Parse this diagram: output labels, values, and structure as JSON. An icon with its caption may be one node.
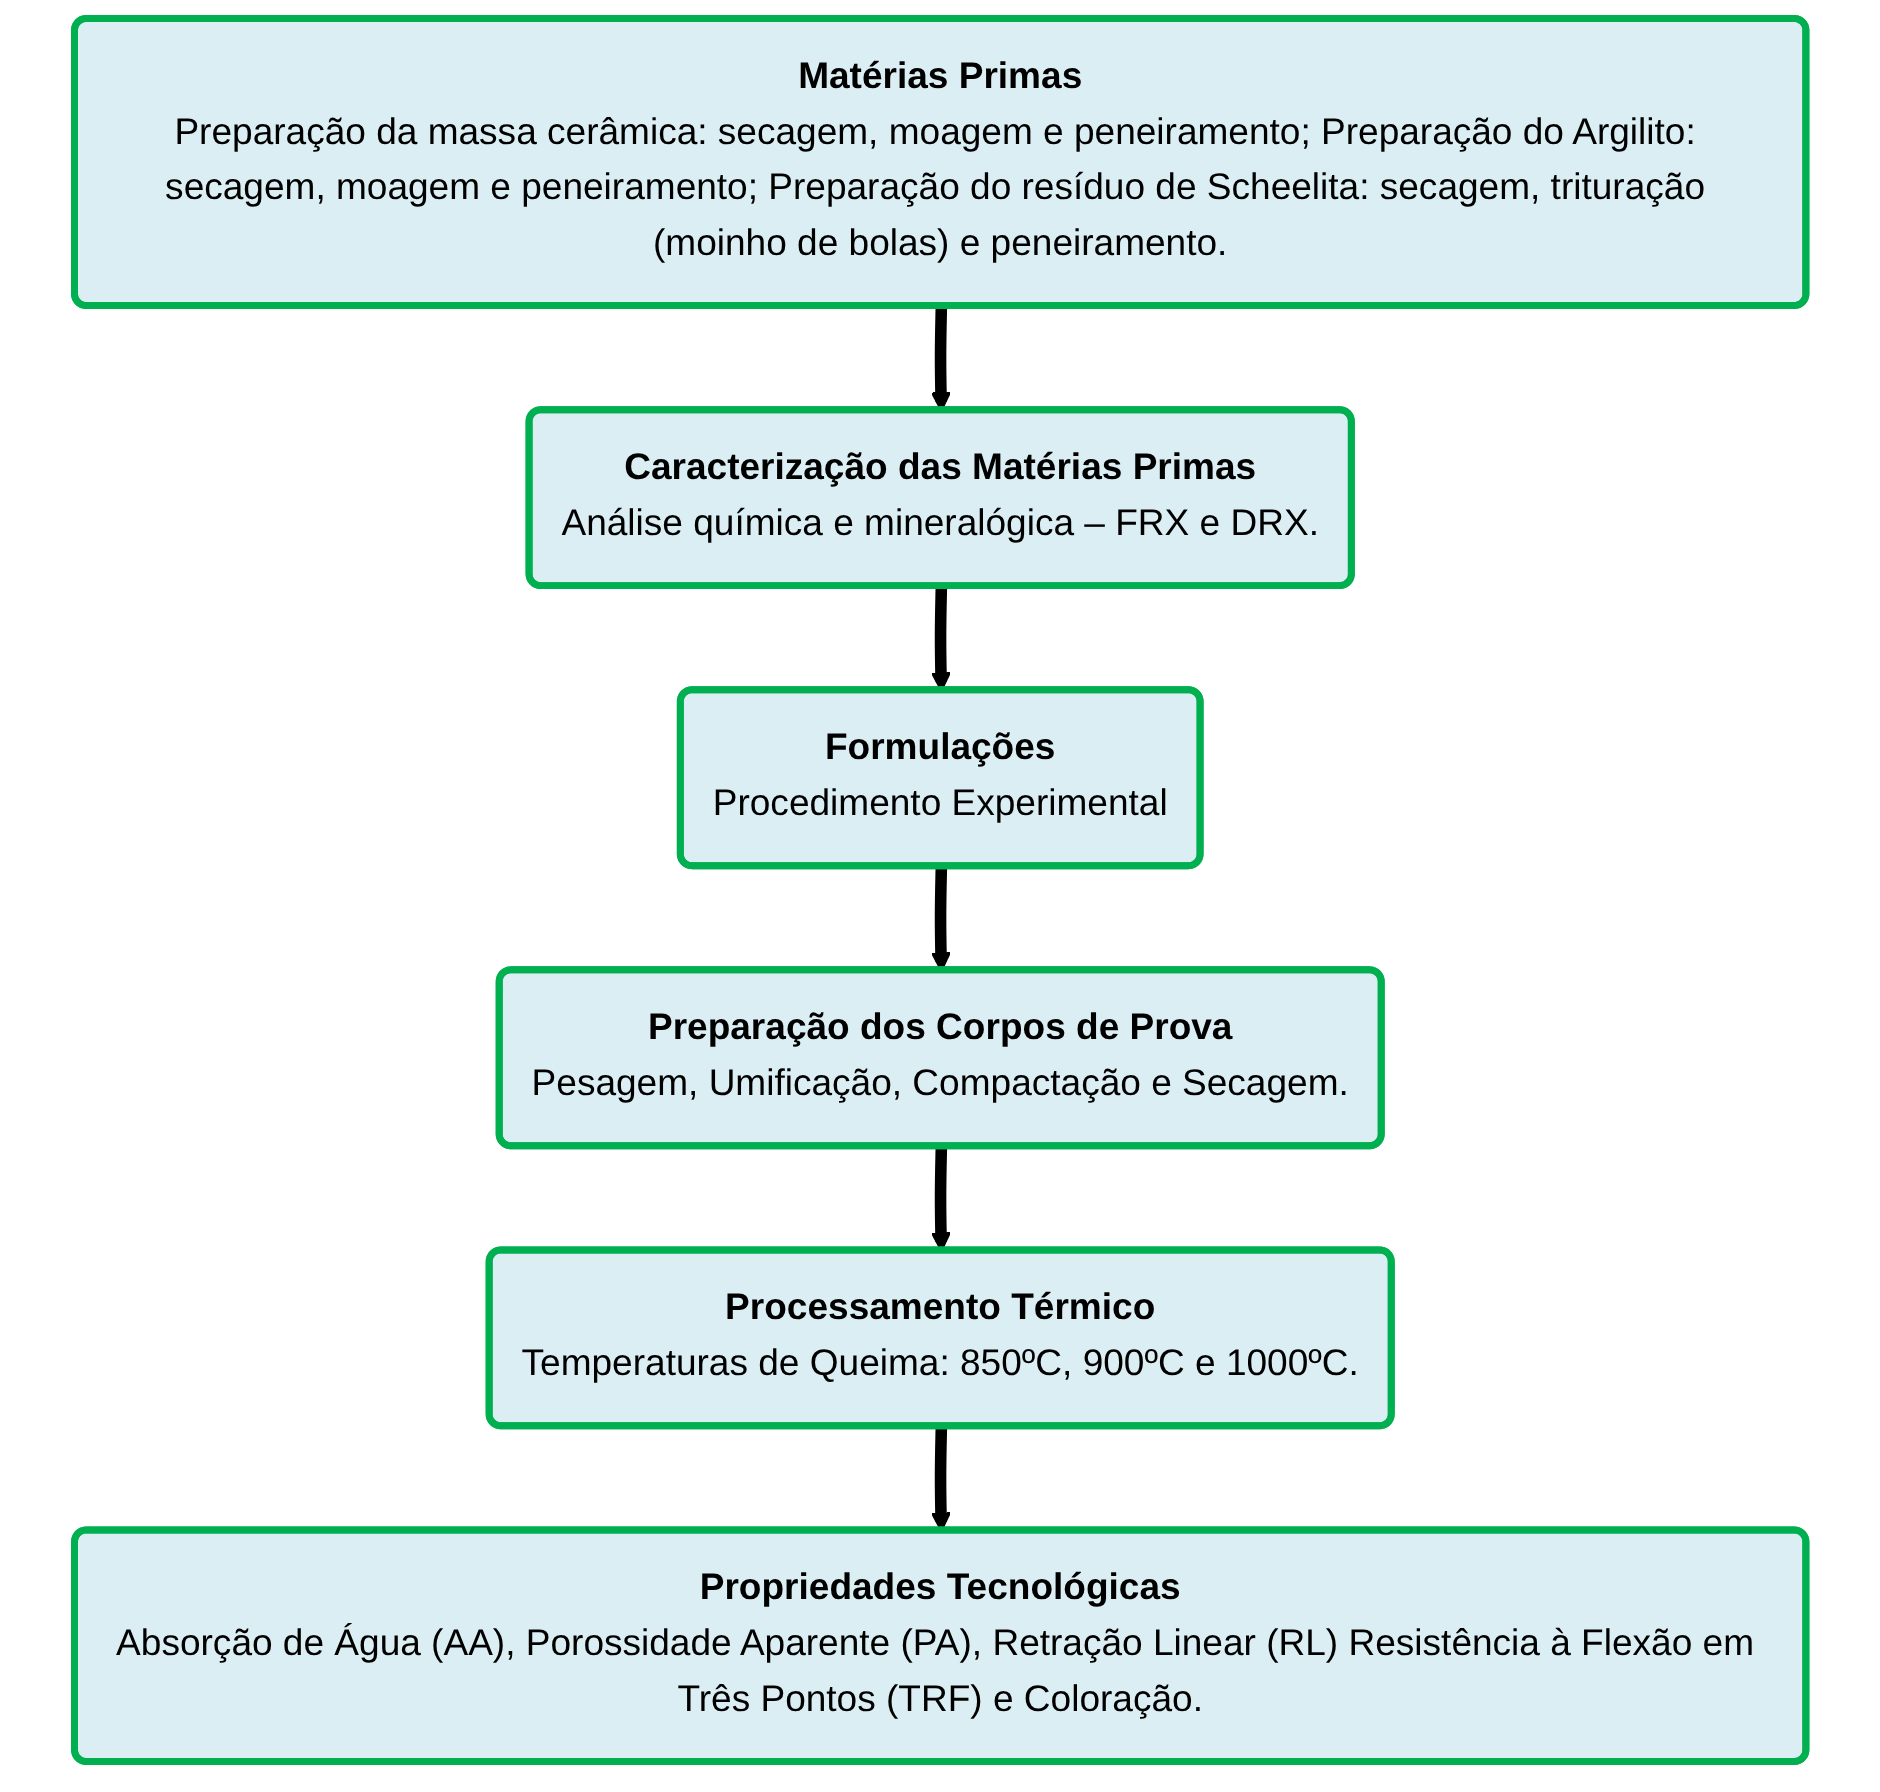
{
  "diagram": {
    "nodes": [
      {
        "text": [
          "Matérias Primas",
          "Preparação da massa cerâmica: secagem, moagem e peneiramento; Preparação do Argilito: secagem, moagem e peneiramento; Preparação do resíduo de Scheelita: secagem, trituração (moinho de bolas) e peneiramento."
        ]
      },
      {
        "text": [
          "Caracterização das Matérias Primas",
          "Análise química e mineralógica – FRX e DRX."
        ]
      },
      {
        "text": [
          "Formulações",
          "Procedimento Experimental"
        ]
      },
      {
        "text": [
          "Preparação dos Corpos de Prova",
          "Pesagem, Umificação, Compactação e Secagem."
        ]
      },
      {
        "text": [
          "Processamento Térmico",
          "Temperaturas de Queima: 850ºC, 900ºC e 1000ºC."
        ]
      },
      {
        "text": [
          "Propriedades Tecnológicas",
          "Absorção de Água (AA), Porossidade Aparente (PA), Retração Linear (RL) Resistência à Flexão em Três Pontos (TRF) e Coloração."
        ]
      }
    ],
    "edges": [
      {
        "from": 0,
        "to": 1,
        "arrow": "to"
      },
      {
        "from": 1,
        "to": 2,
        "arrow": "to"
      },
      {
        "from": 2,
        "to": 3,
        "arrow": "to"
      },
      {
        "from": 3,
        "to": 4,
        "arrow": "to"
      },
      {
        "from": 4,
        "to": 5,
        "arrow": "to"
      }
    ]
  }
}
